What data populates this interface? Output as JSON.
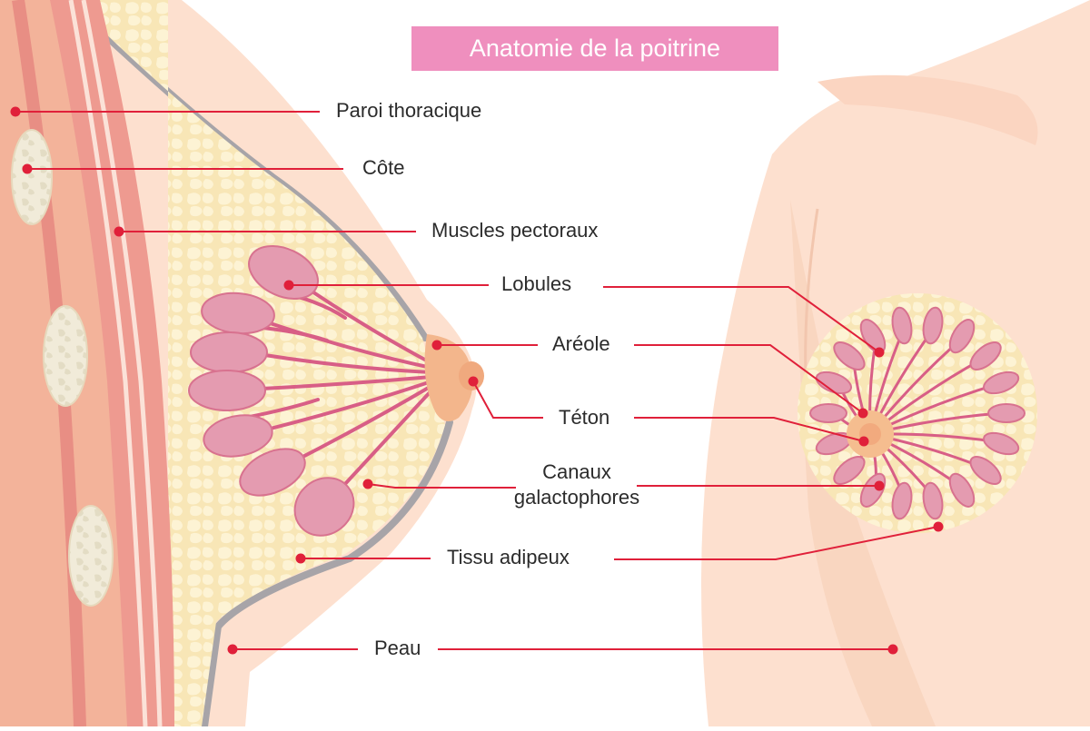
{
  "title": "Anatomie de la poitrine",
  "colors": {
    "title_bg": "#ef8fbe",
    "skin": "#fde0cf",
    "fat": "#f9e7b8",
    "lobule": "#e49bb0",
    "duct": "#d85e86",
    "muscle": "#ee9a90",
    "pointer": "#e0203a",
    "outline": "#a7a4a8"
  },
  "labels": {
    "paroi": "Paroi thoracique",
    "cote": "Côte",
    "muscles": "Muscles pectoraux",
    "lobules": "Lobules",
    "areole": "Aréole",
    "teton": "Téton",
    "canaux_1": "Canaux",
    "canaux_2": "galactophores",
    "tissu": "Tissu adipeux",
    "peau": "Peau"
  }
}
